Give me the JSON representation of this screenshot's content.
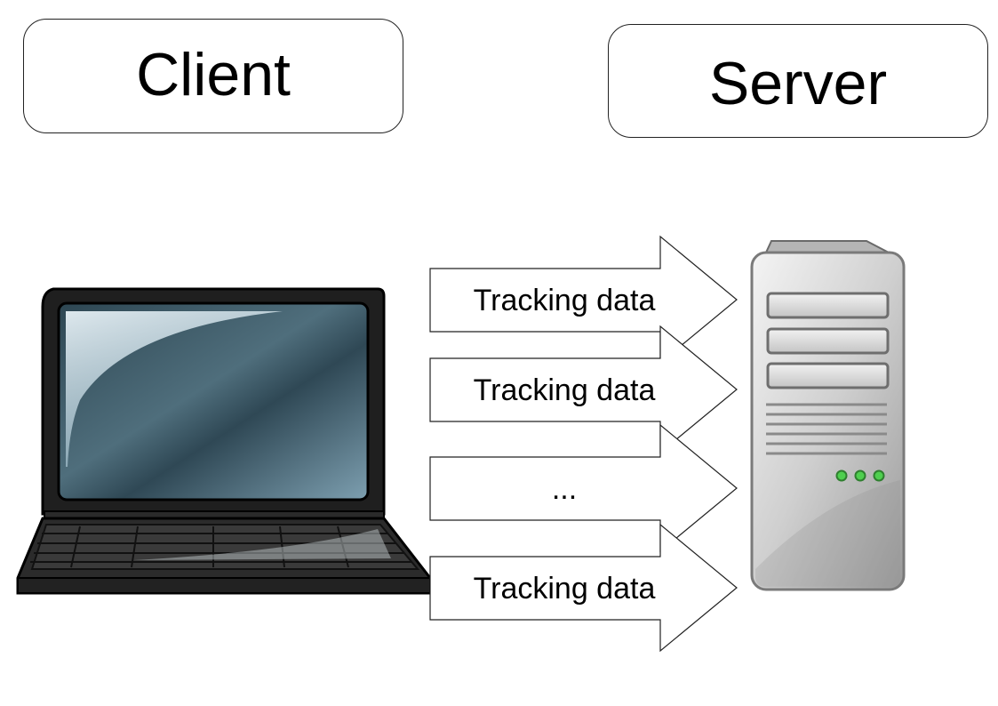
{
  "client": {
    "label": "Client"
  },
  "server": {
    "label": "Server"
  },
  "arrows": [
    {
      "label": "Tracking data"
    },
    {
      "label": "Tracking data"
    },
    {
      "label": "..."
    },
    {
      "label": "Tracking data"
    }
  ],
  "colors": {
    "outline": "#222222",
    "laptop_body": "#1a1a1a",
    "screen_dark": "#3b5663",
    "screen_light": "#8fb0c0",
    "server_body": "#d0d0d0",
    "server_led": "#3fbf3f"
  },
  "icons": [
    "laptop-icon",
    "server-tower-icon"
  ]
}
